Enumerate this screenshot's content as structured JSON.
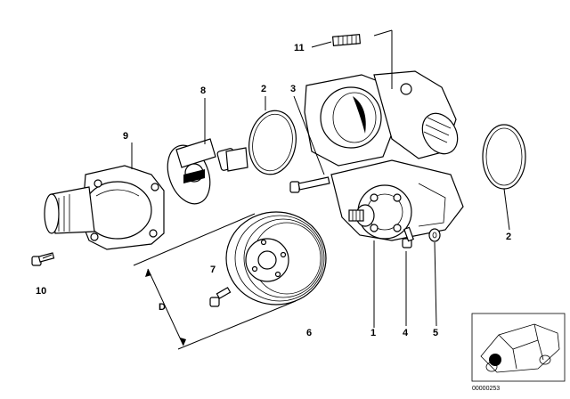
{
  "diagram": {
    "callouts": [
      {
        "id": "c1",
        "label": "1"
      },
      {
        "id": "c2a",
        "label": "2"
      },
      {
        "id": "c2b",
        "label": "2"
      },
      {
        "id": "c3",
        "label": "3"
      },
      {
        "id": "c4",
        "label": "4"
      },
      {
        "id": "c5",
        "label": "5"
      },
      {
        "id": "c6",
        "label": "6"
      },
      {
        "id": "c7",
        "label": "7"
      },
      {
        "id": "c8",
        "label": "8"
      },
      {
        "id": "c9",
        "label": "9"
      },
      {
        "id": "c10",
        "label": "10"
      },
      {
        "id": "c11",
        "label": "11"
      }
    ],
    "dimension_label": "D",
    "image_code": "00000253"
  }
}
